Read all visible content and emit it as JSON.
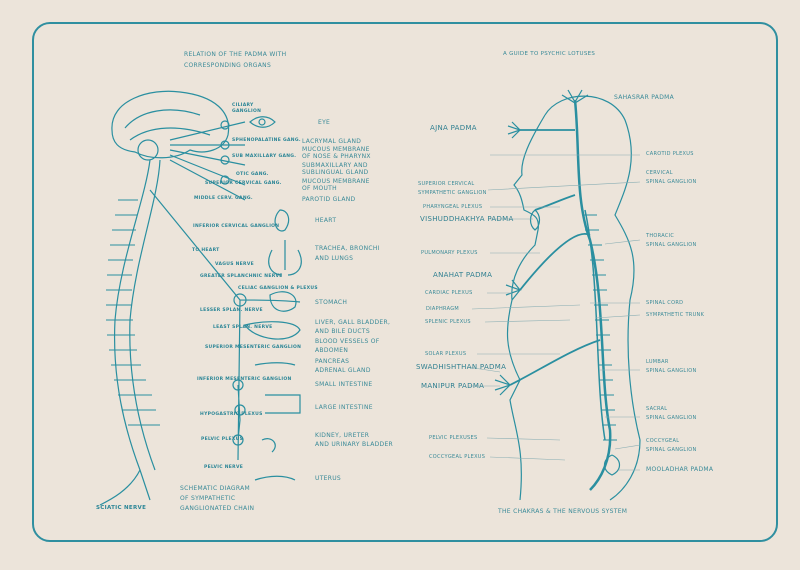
{
  "left_panel": {
    "title_line1": "RELATION OF THE PADMA WITH",
    "title_line2": "CORRESPONDING ORGANS",
    "ganglia": [
      "CILIARY",
      "GANGLION",
      "SPHENOPALATINE GANG.",
      "SUB MAXILLARY GANG.",
      "OTIC GANG.",
      "SUPERIOR CERVICAL GANG.",
      "MIDDLE CERV. GANG.",
      "INFERIOR CERVICAL GANGLION",
      "TO HEART",
      "VAGUS NERVE",
      "GREATER SPLANCHNIC NERVE",
      "CELIAC GANGLION & PLEXUS",
      "LESSER SPLAN. NERVE",
      "LEAST SPLAN. NERVE",
      "SUPERIOR MESENTERIC GANGLION",
      "INFERIOR MESENTERIC GANGLION",
      "HYPOGASTRIC PLEXUS",
      "PELVIC PLEXUS",
      "PELVIC NERVE"
    ],
    "organs": [
      "EYE",
      "LACRYMAL GLAND",
      "MUCOUS MEMBRANE",
      "OF NOSE & PHARYNX",
      "SUBMAXILLARY AND",
      "SUBLINGUAL GLAND",
      "MUCOUS MEMBRANE",
      "OF MOUTH",
      "PAROTID GLAND",
      "HEART",
      "TRACHEA, BRONCHI",
      "AND LUNGS",
      "STOMACH",
      "LIVER, GALL BLADDER,",
      "AND BILE DUCTS",
      "BLOOD VESSELS OF",
      "ABDOMEN",
      "PANCREAS",
      "ADRENAL GLAND",
      "SMALL INTESTINE",
      "LARGE INTESTINE",
      "KIDNEY, URETER",
      "AND URINARY BLADDER",
      "UTERUS"
    ],
    "schematic": [
      "SCHEMATIC DIAGRAM",
      "OF SYMPATHETIC",
      "GANGLIONATED CHAIN"
    ],
    "sciatic": "SCIATIC NERVE"
  },
  "right_panel": {
    "title": "A GUIDE TO PSYCHIC LOTUSES",
    "caption": "THE CHAKRAS & THE NERVOUS SYSTEM",
    "left_labels": [
      "AJNA PADMA",
      "SUPERIOR CERVICAL",
      "SYMPATHETIC GANGLION",
      "PHARYNGEAL PLEXUS",
      "VISHUDDHAKHYA PADMA",
      "PULMONARY PLEXUS",
      "ANAHAT PADMA",
      "CARDIAC PLEXUS",
      "DIAPHRAGM",
      "SPLENIC PLEXUS",
      "SOLAR PLEXUS",
      "SWADHISHTHAN PADMA",
      "MANIPUR PADMA",
      "PELVIC PLEXUSES",
      "COCCYGEAL PLEXUS"
    ],
    "right_labels": [
      "SAHASRAR PADMA",
      "CAROTID PLEXUS",
      "CERVICAL",
      "SPINAL GANGLION",
      "THORACIC",
      "SPINAL GANGLION",
      "SPINAL CORD",
      "SYMPATHETIC TRUNK",
      "LUMBAR",
      "SPINAL GANGLION",
      "SACRAL",
      "SPINAL GANGLION",
      "COCCYGEAL",
      "SPINAL GANGLION",
      "MOOLADHAR PADMA"
    ]
  },
  "colors": {
    "paper": "#ece4da",
    "ink": "#2a8596"
  }
}
